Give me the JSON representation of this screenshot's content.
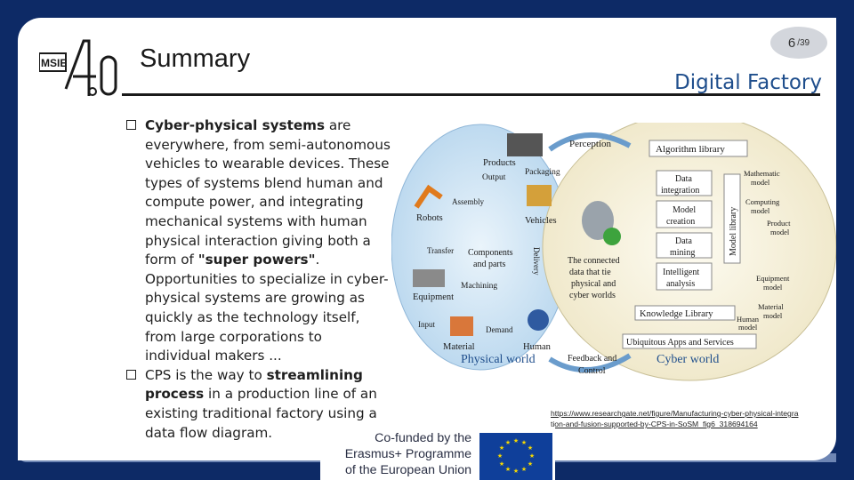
{
  "header": {
    "title": "Summary",
    "section": "Digital Factory",
    "page_current": "6",
    "page_total": "/39",
    "logo_text": "MSIE 4.0"
  },
  "bullets": [
    {
      "segments": [
        {
          "bold": true,
          "text": "Cyber-physical systems"
        },
        {
          "bold": false,
          "text": " are everywhere, from semi-autonomous vehicles to wearable devices. These types of systems blend human and compute power, and integrating mechanical systems with human physical interaction giving both a form of "
        },
        {
          "bold": true,
          "text": "\"super powers\""
        },
        {
          "bold": false,
          "text": ". Opportunities to specialize in cyber-physical systems are growing as quickly as the technology itself, from large corporations to individual makers ..."
        }
      ]
    },
    {
      "segments": [
        {
          "bold": false,
          "text": "CPS is the way to "
        },
        {
          "bold": true,
          "text": "streamlining process"
        },
        {
          "bold": false,
          "text": " in a production line of an existing traditional factory using a data flow diagram."
        }
      ]
    }
  ],
  "diagram": {
    "labels": {
      "perception": "Perception",
      "algorithm_library": "Algorithm library",
      "products": "Products",
      "packaging": "Packaging",
      "output": "Output",
      "assembly": "Assembly",
      "robots": "Robots",
      "vehicles": "Vehicles",
      "transfer": "Transfer",
      "components": "Components",
      "and_parts": "and parts",
      "delivery": "Delivery",
      "equipment": "Equipment",
      "machining": "Machining",
      "input": "Input",
      "demand": "Demand",
      "material": "Material",
      "human": "Human",
      "physical_world": "Physical world",
      "connected_1": "The connected",
      "connected_2": "data that tie",
      "connected_3": "physical and",
      "connected_4": "cyber worlds",
      "data_integration_1": "Data",
      "data_integration_2": "integration",
      "model_creation_1": "Model",
      "model_creation_2": "creation",
      "data_mining_1": "Data",
      "data_mining_2": "mining",
      "intelligent_analysis_1": "Intelligent",
      "intelligent_analysis_2": "analysis",
      "model_library": "Model library",
      "knowledge_library": "Knowledge Library",
      "mathematic_model_1": "Mathematic",
      "mathematic_model_2": "model",
      "computing_model_1": "Computing",
      "computing_model_2": "model",
      "product_model_1": "Product",
      "product_model_2": "model",
      "equipment_model_1": "Equipment",
      "equipment_model_2": "model",
      "material_model_1": "Material",
      "material_model_2": "model",
      "human_model_1": "Human",
      "human_model_2": "model",
      "ubiquitous": "Ubiquitous Apps and Services",
      "feedback_1": "Feedback and",
      "feedback_2": "Control",
      "cyber_world": "Cyber world"
    }
  },
  "caption": "https://www.researchgate.net/figure/Manufacturing-cyber-physical-integration-and-fusion-supported-by-CPS-in-SoSM_fig6_318694164",
  "footer": {
    "cofund_line1": "Co-funded by the",
    "cofund_line2": "Erasmus+ Programme",
    "cofund_line3": "of the European Union"
  },
  "colors": {
    "frame": "#0d2a66",
    "section": "#1f4e8c",
    "physical_circle": "#cfe3f2",
    "cyber_circle": "#f5f0dc"
  }
}
